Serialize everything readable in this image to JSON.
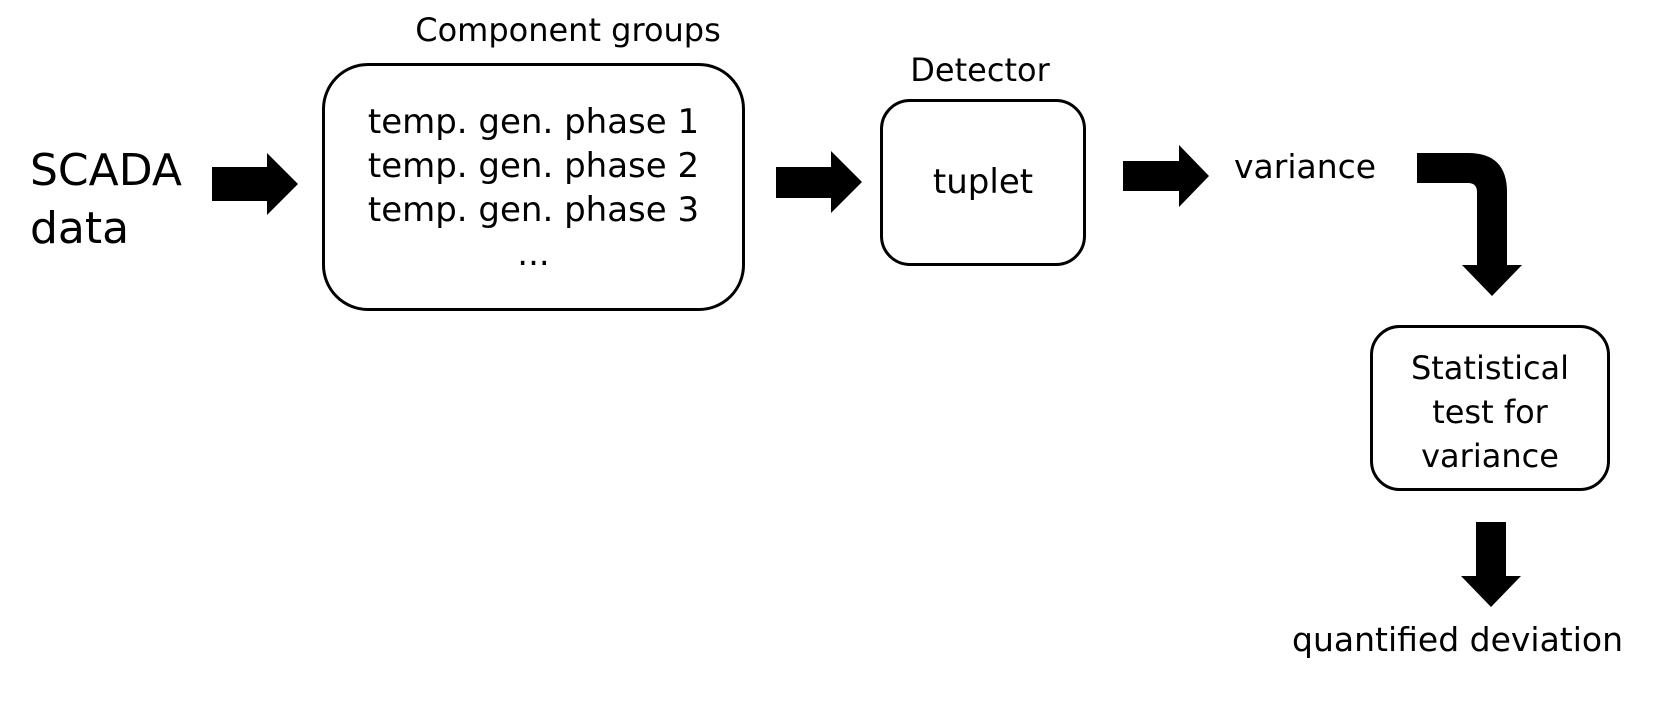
{
  "source": {
    "lines": [
      "SCADA",
      "data"
    ]
  },
  "component_groups": {
    "title": "Component groups",
    "items": [
      "temp. gen. phase 1",
      "temp. gen. phase 2",
      "temp. gen. phase 3",
      "..."
    ]
  },
  "detector": {
    "title": "Detector",
    "label": "tuplet"
  },
  "variance": {
    "label": "variance"
  },
  "statistical_test": {
    "lines": [
      "Statistical",
      "test for",
      "variance"
    ]
  },
  "output": {
    "label": "quantified deviation"
  },
  "colors": {
    "stroke": "#000000",
    "background": "#ffffff"
  }
}
